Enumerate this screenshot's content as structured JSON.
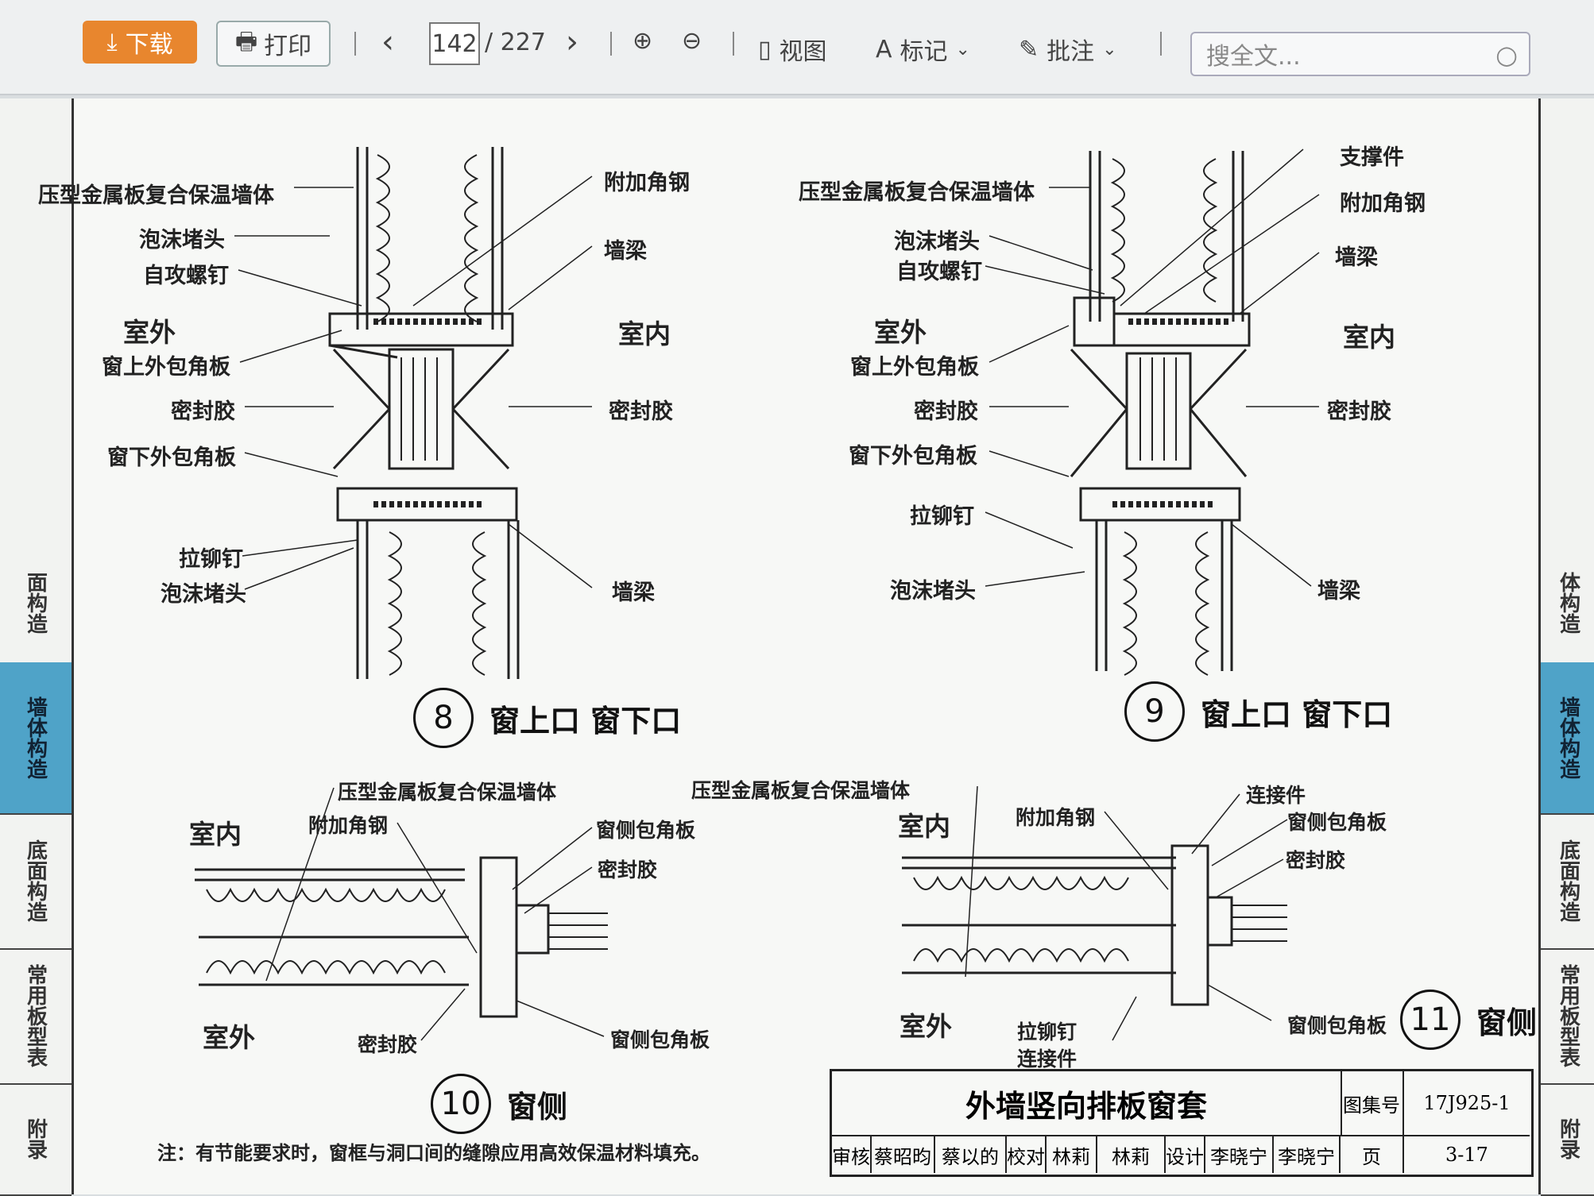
{
  "toolbar": {
    "download_label": "下载",
    "print_label": "打印",
    "current_page": "142",
    "total_pages": "/ 227",
    "view_label": "视图",
    "mark_label": "标记",
    "annotate_label": "批注",
    "search_placeholder": "搜全文..."
  },
  "left_tabs": [
    "面构造",
    "墙体构造",
    "底面构造",
    "常用板型表",
    "附录"
  ],
  "right_tabs": [
    "体构造",
    "墙体构造",
    "底面构造",
    "常用板型表",
    "附录"
  ],
  "fig8": {
    "num": "8",
    "caption": "窗上口 窗下口",
    "labels": [
      "压型金属板复合保温墙体",
      "泡沫堵头",
      "自攻螺钉",
      "室外",
      "窗上外包角板",
      "密封胶",
      "窗下外包角板",
      "拉铆钉",
      "泡沫堵头",
      "附加角钢",
      "墙梁",
      "室内",
      "密封胶",
      "墙梁"
    ]
  },
  "fig9": {
    "num": "9",
    "caption": "窗上口 窗下口",
    "labels": [
      "压型金属板复合保温墙体",
      "泡沫堵头",
      "自攻螺钉",
      "室外",
      "窗上外包角板",
      "密封胶",
      "窗下外包角板",
      "拉铆钉",
      "泡沫堵头",
      "支撑件",
      "附加角钢",
      "墙梁",
      "室内",
      "密封胶",
      "墙梁"
    ]
  },
  "fig10": {
    "num": "10",
    "caption": "窗侧",
    "labels": [
      "压型金属板复合保温墙体",
      "室内",
      "附加角钢",
      "窗侧包角板",
      "密封胶",
      "室外",
      "密封胶",
      "窗侧包角板"
    ]
  },
  "fig11": {
    "num": "11",
    "caption": "窗侧",
    "labels": [
      "压型金属板复合保温墙体",
      "室内",
      "附加角钢",
      "连接件",
      "窗侧包角板",
      "密封胶",
      "室外",
      "拉铆钉",
      "连接件",
      "窗侧包角板"
    ]
  },
  "title_block": {
    "title": "外墙竖向排板窗套",
    "atlas_label": "图集号",
    "atlas_value": "17J925-1",
    "page_label": "页",
    "page_value": "3-17",
    "sign_row": [
      "审核",
      "蔡昭昀",
      "蔡以的",
      "校对",
      "林莉",
      "林莉",
      "设计",
      "李晓宁",
      "李晓宁"
    ]
  },
  "note": "注：有节能要求时，窗框与洞口间的缝隙应用高效保温材料填充。"
}
